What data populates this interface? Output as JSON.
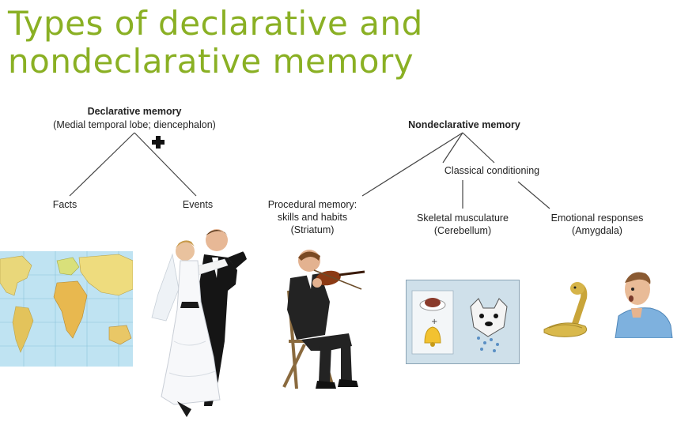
{
  "slide": {
    "title": "Types of declarative and nondeclarative memory"
  },
  "declarative": {
    "heading": "Declarative memory",
    "location": "(Medial temporal lobe; diencephalon)",
    "children": [
      "Facts",
      "Events"
    ]
  },
  "nondeclarative": {
    "heading": "Nondeclarative memory",
    "classical": "Classical conditioning",
    "procedural": {
      "line1": "Procedural memory:",
      "line2": "skills and habits",
      "line3": "(Striatum)"
    },
    "skeletal": {
      "line1": "Skeletal musculature",
      "line2": "(Cerebellum)"
    },
    "emotional": {
      "line1": "Emotional responses",
      "line2": "(Amygdala)"
    }
  },
  "icons": [
    "world-map",
    "dancing-couple",
    "violinist",
    "conditioning-dog",
    "snake",
    "startled-man",
    "plus-cross-icon"
  ]
}
